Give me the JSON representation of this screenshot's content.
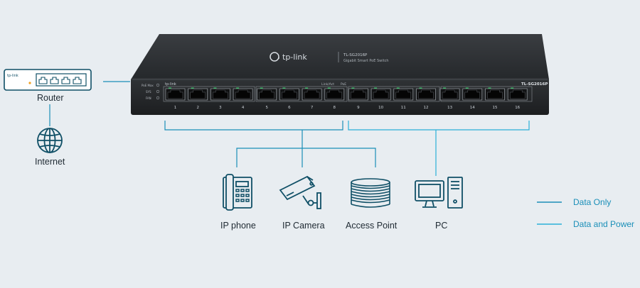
{
  "colors": {
    "background": "#e8edf1",
    "data_only_line": "#1a8fb8",
    "data_and_power_line": "#2ab0d8",
    "icon_stroke": "#0f4f66",
    "switch_body": "#2a2d30",
    "port_green": "#3cc36b"
  },
  "switch": {
    "brand": "tp-link",
    "model_top": "TL-SG2016P",
    "subtitle": "Gigabit Smart PoE Switch",
    "model_badge": "TL-SG2016P",
    "panel_brand": "tp-link",
    "led_labels": [
      "PoE Max",
      "SYS",
      "FAN"
    ],
    "link_act_label": "Link/Act",
    "poe_label": "PoE",
    "port_numbers": [
      "1",
      "2",
      "3",
      "4",
      "5",
      "6",
      "7",
      "8",
      "9",
      "10",
      "11",
      "12",
      "13",
      "14",
      "15",
      "16"
    ]
  },
  "router": {
    "brand": "tp-link",
    "label": "Router",
    "icon": "router-icon"
  },
  "internet": {
    "label": "Internet",
    "icon": "globe-icon"
  },
  "devices": [
    {
      "label": "IP phone",
      "icon": "ip-phone-icon"
    },
    {
      "label": "IP Camera",
      "icon": "ip-camera-icon"
    },
    {
      "label": "Access Point",
      "icon": "access-point-icon"
    },
    {
      "label": "PC",
      "icon": "pc-icon"
    }
  ],
  "legend": {
    "data_only": "Data Only",
    "data_and_power": "Data and Power"
  }
}
